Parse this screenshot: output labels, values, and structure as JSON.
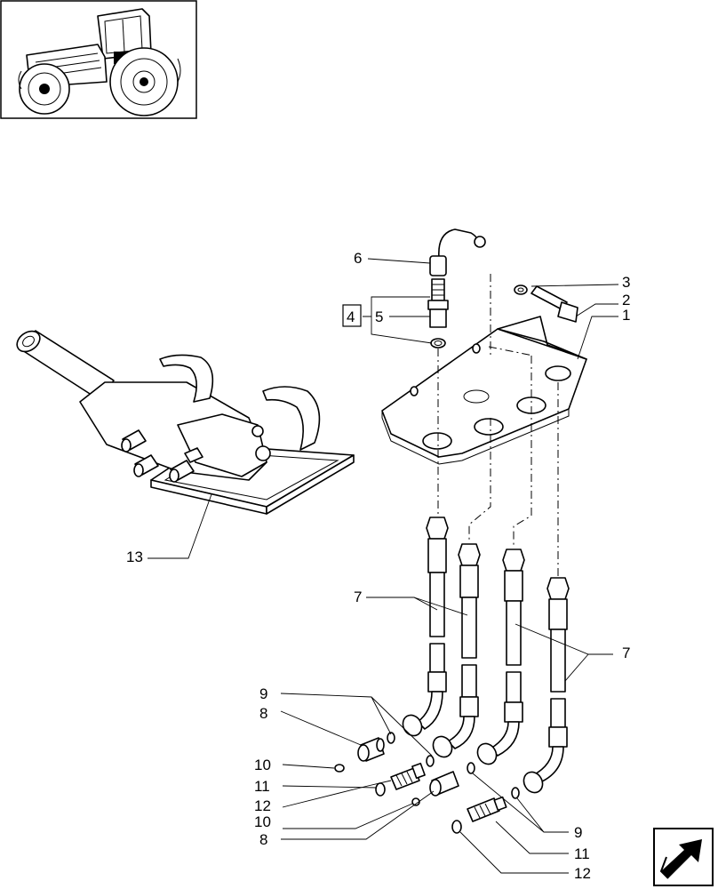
{
  "diagram": {
    "callouts": {
      "c1": "1",
      "c2": "2",
      "c3": "3",
      "c4": "4",
      "c5": "5",
      "c6": "6",
      "c7a": "7",
      "c7b": "7",
      "c8a": "8",
      "c8b": "8",
      "c9a": "9",
      "c9b": "9",
      "c10a": "10",
      "c10b": "10",
      "c11a": "11",
      "c11b": "11",
      "c12a": "12",
      "c12b": "12",
      "c13": "13"
    },
    "icons": {
      "thumbnail": "tractor-thumbnail-icon",
      "nav": "next-page-arrow-icon"
    }
  }
}
